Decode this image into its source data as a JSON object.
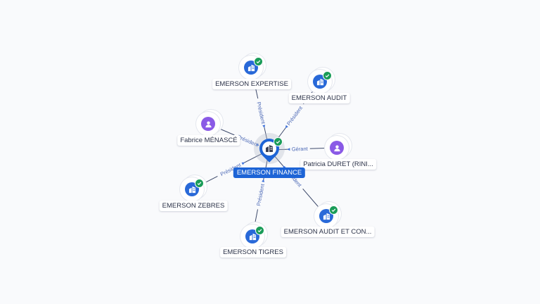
{
  "center": {
    "name": "EMERSON FINANCE",
    "icon": "company-icon",
    "verified": true
  },
  "nodes": [
    {
      "id": "expertise",
      "name": "EMERSON EXPERTISE",
      "type": "company",
      "icon": "company-icon",
      "verified": true
    },
    {
      "id": "audit",
      "name": "EMERSON AUDIT",
      "type": "company",
      "icon": "company-icon",
      "verified": true
    },
    {
      "id": "menasce",
      "name": "Fabrice MÉNASCÉ",
      "type": "person",
      "icon": "person-icon",
      "verified": false
    },
    {
      "id": "duret",
      "name": "Patricia DURET (RINI...",
      "type": "person",
      "icon": "person-icon",
      "verified": false
    },
    {
      "id": "zebres",
      "name": "EMERSON ZEBRES",
      "type": "company",
      "icon": "company-icon",
      "verified": true
    },
    {
      "id": "auditcon",
      "name": "EMERSON AUDIT ET CON...",
      "type": "company",
      "icon": "company-icon",
      "verified": true
    },
    {
      "id": "tigres",
      "name": "EMERSON TIGRES",
      "type": "company",
      "icon": "company-icon",
      "verified": true
    }
  ],
  "edges": [
    {
      "to": "expertise",
      "label": "Président"
    },
    {
      "to": "audit",
      "label": "Président"
    },
    {
      "to": "menasce",
      "label": "Président"
    },
    {
      "to": "duret",
      "label": "Gérant"
    },
    {
      "to": "zebres",
      "label": "Président"
    },
    {
      "to": "auditcon",
      "label": "Président"
    },
    {
      "to": "tigres",
      "label": "Président"
    }
  ],
  "colors": {
    "company": "#2969d8",
    "person": "#8a5ae6",
    "verified": "#1a9c58",
    "center": "#1d64d6",
    "edge_label": "#4a67b5"
  }
}
